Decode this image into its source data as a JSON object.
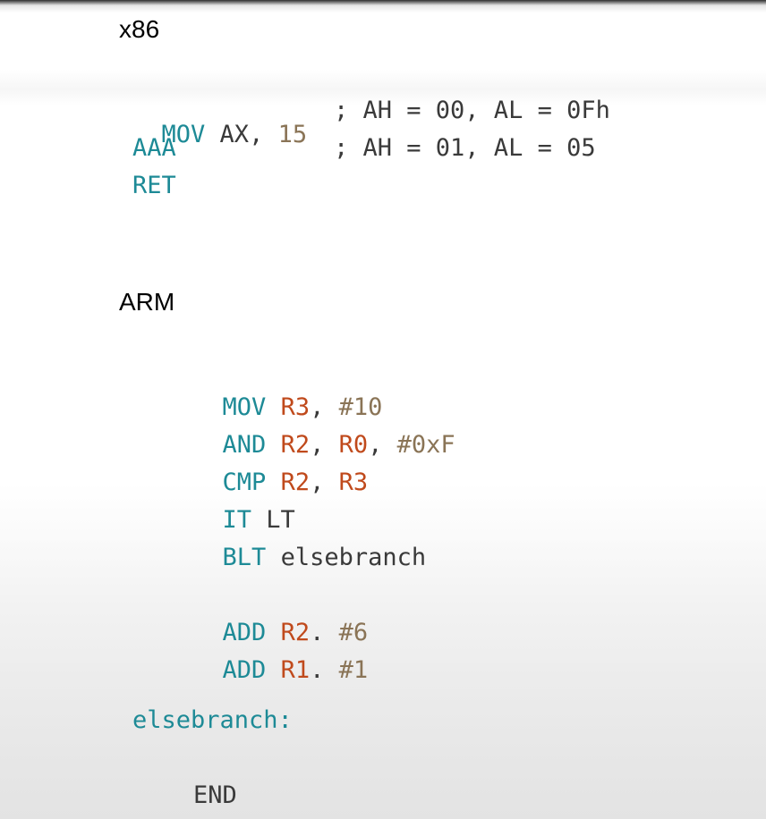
{
  "colors": {
    "opcode": "#1d8a96",
    "register": "#c04a1c",
    "immediate": "#8a7456",
    "text": "#3a3a3a",
    "heading": "#000000"
  },
  "x86": {
    "heading": "x86",
    "lines": [
      {
        "op": "MOV",
        "a": " AX, ",
        "b": "15",
        "comment": "; AH = 00, AL = 0Fh"
      },
      {
        "op": "AAA",
        "comment": "; AH = 01, AL = 05"
      },
      {
        "op": "RET"
      }
    ]
  },
  "arm": {
    "heading": "ARM",
    "lines": [
      {
        "op": "MOV",
        "r1": "R3",
        "sep1": ", ",
        "imm": "#10"
      },
      {
        "op": "AND",
        "r1": "R2",
        "sep1": ", ",
        "r2": "R0",
        "sep2": ", ",
        "imm": "#0xF"
      },
      {
        "op": "CMP",
        "r1": "R2",
        "sep1": ", ",
        "r2": "R3"
      },
      {
        "op": "IT",
        "arg": "LT"
      },
      {
        "op": "BLT",
        "arg": "elsebranch"
      },
      {
        "op": "ADD",
        "r1": "R2",
        "sep1": ". ",
        "imm": "#6"
      },
      {
        "op": "ADD",
        "r1": "R1",
        "sep1": ". ",
        "imm": "#1"
      }
    ],
    "label": "elsebranch:",
    "end": "END"
  }
}
